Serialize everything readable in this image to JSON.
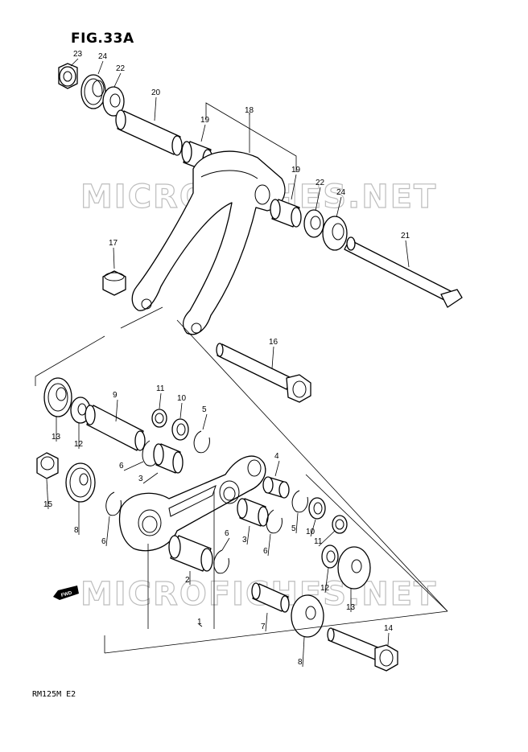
{
  "figure": {
    "title": "FIG.33A",
    "model_code": "RM125M E2",
    "watermark": "MICROFICHES.NET",
    "fwd_label": "FWD"
  },
  "callouts": [
    {
      "id": "c23a",
      "label": "23"
    },
    {
      "id": "c24a",
      "label": "24"
    },
    {
      "id": "c22a",
      "label": "22"
    },
    {
      "id": "c20",
      "label": "20"
    },
    {
      "id": "c18",
      "label": "18"
    },
    {
      "id": "c19a",
      "label": "19"
    },
    {
      "id": "c19b",
      "label": "19"
    },
    {
      "id": "c22b",
      "label": "22"
    },
    {
      "id": "c24b",
      "label": "24"
    },
    {
      "id": "c21",
      "label": "21"
    },
    {
      "id": "c17",
      "label": "17"
    },
    {
      "id": "c16",
      "label": "16"
    },
    {
      "id": "c9",
      "label": "9"
    },
    {
      "id": "c11a",
      "label": "11"
    },
    {
      "id": "c10a",
      "label": "10"
    },
    {
      "id": "c5a",
      "label": "5"
    },
    {
      "id": "c13a",
      "label": "13"
    },
    {
      "id": "c12a",
      "label": "12"
    },
    {
      "id": "c6a",
      "label": "6"
    },
    {
      "id": "c3a",
      "label": "3"
    },
    {
      "id": "c4",
      "label": "4"
    },
    {
      "id": "c15",
      "label": "15"
    },
    {
      "id": "c8a",
      "label": "8"
    },
    {
      "id": "c6b",
      "label": "6"
    },
    {
      "id": "c3b",
      "label": "3"
    },
    {
      "id": "c6c",
      "label": "6"
    },
    {
      "id": "c5b",
      "label": "5"
    },
    {
      "id": "c10b",
      "label": "10"
    },
    {
      "id": "c11b",
      "label": "11"
    },
    {
      "id": "c6d",
      "label": "6"
    },
    {
      "id": "c2",
      "label": "2"
    },
    {
      "id": "c12b",
      "label": "12"
    },
    {
      "id": "c13b",
      "label": "13"
    },
    {
      "id": "c1",
      "label": "1"
    },
    {
      "id": "c7",
      "label": "7"
    },
    {
      "id": "c14",
      "label": "14"
    },
    {
      "id": "c8b",
      "label": "8"
    }
  ]
}
